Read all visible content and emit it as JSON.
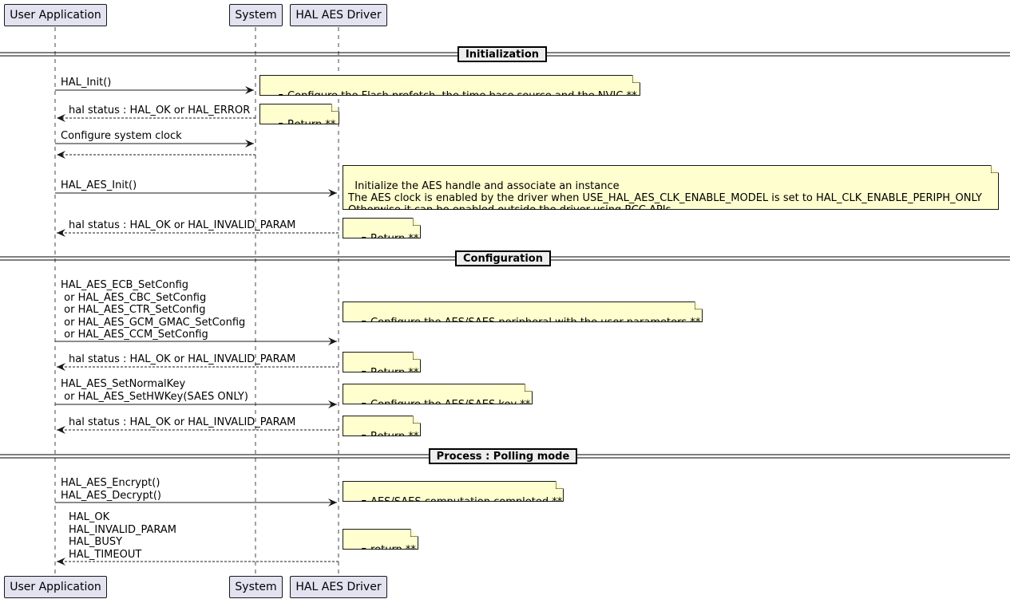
{
  "participants": [
    "User Application",
    "System",
    "HAL AES Driver"
  ],
  "sections": {
    "initialization": "Initialization",
    "configuration": "Configuration",
    "process": "Process : Polling mode"
  },
  "messages": {
    "m1": "HAL_Init()",
    "m2": "hal status : HAL_OK or HAL_ERROR",
    "m3": "Configure system clock",
    "m4": "HAL_AES_Init()",
    "m5": "hal status : HAL_OK or HAL_INVALID_PARAM",
    "m6": "HAL_AES_ECB_SetConfig\n or HAL_AES_CBC_SetConfig\n or HAL_AES_CTR_SetConfig\n or HAL_AES_GCM_GMAC_SetConfig\n or HAL_AES_CCM_SetConfig",
    "m7": "hal status : HAL_OK or HAL_INVALID_PARAM",
    "m8": "HAL_AES_SetNormalKey\n or HAL_AES_SetHWKey(SAES ONLY)",
    "m9": "hal status : HAL_OK or HAL_INVALID_PARAM",
    "m10": "HAL_AES_Encrypt()\nHAL_AES_Decrypt()",
    "m11": "HAL_OK\nHAL_INVALID_PARAM\nHAL_BUSY\nHAL_TIMEOUT"
  },
  "notes": {
    "n1": "Configure the Flash prefetch, the time base source and the NVIC **",
    "n2": "Return **",
    "n3": "Initialize the AES handle and associate an instance\nThe AES clock is enabled by the driver when USE_HAL_AES_CLK_ENABLE_MODEL is set to HAL_CLK_ENABLE_PERIPH_ONLY\nOtherwise it can be enabled outside the driver using RCC APIs",
    "n4": "Return **",
    "n5": "Configure the AES/SAES peripheral with the user parameters **",
    "n6": "Return **",
    "n7": "Configure the AES/SAES key **",
    "n8": "Return **",
    "n9": "AES/SAES computation completed **",
    "n10": "return **"
  },
  "colors": {
    "participant_fill": "#e2e2f0",
    "note_fill": "#fefece",
    "line": "#181818"
  }
}
